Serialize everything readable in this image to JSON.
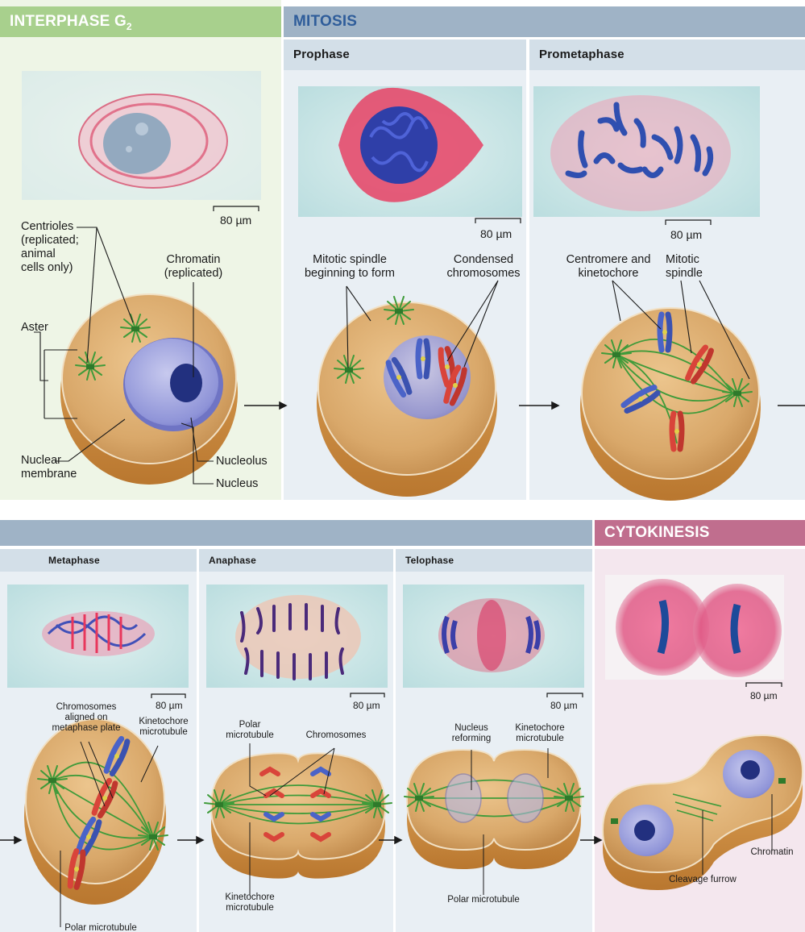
{
  "headers": {
    "interphase": "INTERPHASE G",
    "interphase_sub": "2",
    "mitosis": "MITOSIS",
    "cytokinesis": "CYTOKINESIS"
  },
  "stages": {
    "prophase": "Prophase",
    "prometaphase": "Prometaphase",
    "metaphase": "Metaphase",
    "anaphase": "Anaphase",
    "telophase": "Telophase"
  },
  "scale_bar": "80 µm",
  "labels": {
    "interphase": {
      "centrioles": "Centrioles\n(replicated;\nanimal\ncells only)",
      "chromatin": "Chromatin\n(replicated)",
      "aster": "Aster",
      "nuclear_membrane": "Nuclear\nmembrane",
      "nucleolus": "Nucleolus",
      "nucleus": "Nucleus"
    },
    "prophase": {
      "spindle": "Mitotic spindle\nbeginning to form",
      "condensed": "Condensed\nchromosomes"
    },
    "prometaphase": {
      "centromere": "Centromere and\nkinetochore",
      "spindle": "Mitotic\nspindle"
    },
    "metaphase": {
      "aligned": "Chromosomes\naligned on\nmetaphase plate",
      "kinetochore_mt": "Kinetochore\nmicrotubule",
      "polar_mt": "Polar microtubule"
    },
    "anaphase": {
      "polar_mt": "Polar\nmicrotubule",
      "chromosomes": "Chromosomes",
      "kinetochore_mt": "Kinetochore\nmicrotubule"
    },
    "telophase": {
      "nucleus_reforming": "Nucleus\nreforming",
      "kinetochore_mt": "Kinetochore\nmicrotubule",
      "polar_mt": "Polar microtubule"
    },
    "cytokinesis": {
      "chromatin": "Chromatin",
      "cleavage": "Cleavage furrow"
    }
  },
  "colors": {
    "interphase_header": "#a8d08d",
    "mitosis_header": "#9fb3c6",
    "cytokinesis_header": "#c06e8e",
    "stage_header": "#d3dfe8",
    "interphase_bg": "#eef5e6",
    "mitosis_bg": "#e9eff4",
    "cytokinesis_bg": "#f4e7ee",
    "cell": "#d9a86a",
    "spindle": "#3f9b3a",
    "chrom_blue": "#4a63c8",
    "chrom_red": "#d9443a"
  }
}
